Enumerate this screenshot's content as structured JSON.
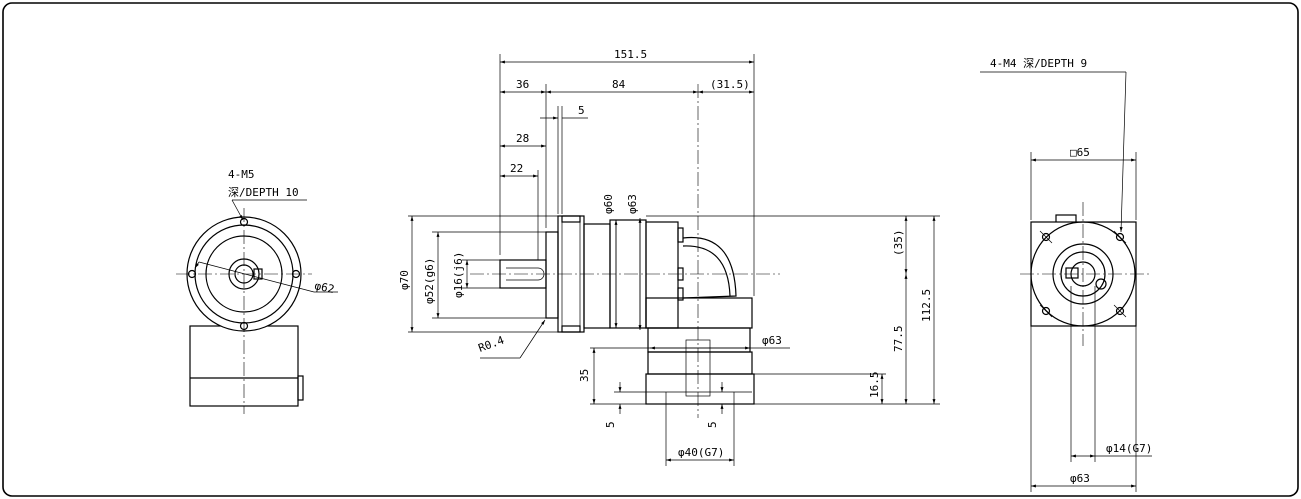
{
  "left_view": {
    "hole_spec": "4-M5",
    "depth_note": "深/DEPTH  10",
    "pcd": "φ62"
  },
  "side_view": {
    "overall_length": "151.5",
    "len_36": "36",
    "len_84": "84",
    "len_31_5": "(31.5)",
    "len_5_top": "5",
    "len_28": "28",
    "len_22": "22",
    "dia_60": "φ60",
    "dia_63_top": "φ63",
    "dia_70": "φ70",
    "dia_52": "φ52(g6)",
    "dia_16": "φ16(j6)",
    "radius": "R0.4",
    "h_35_paren": "(35)",
    "h_112_5": "112.5",
    "h_77_5": "77.5",
    "dia_63_mid": "φ63",
    "h_35": "35",
    "h_16_5": "16.5",
    "h_5_left": "5",
    "h_5_right": "5",
    "dia_40": "φ40(G7)"
  },
  "right_view": {
    "hole_spec": "4-M4  深/DEPTH  9",
    "square": "□65",
    "dia_14": "φ14(G7)",
    "dia_63": "φ63"
  }
}
